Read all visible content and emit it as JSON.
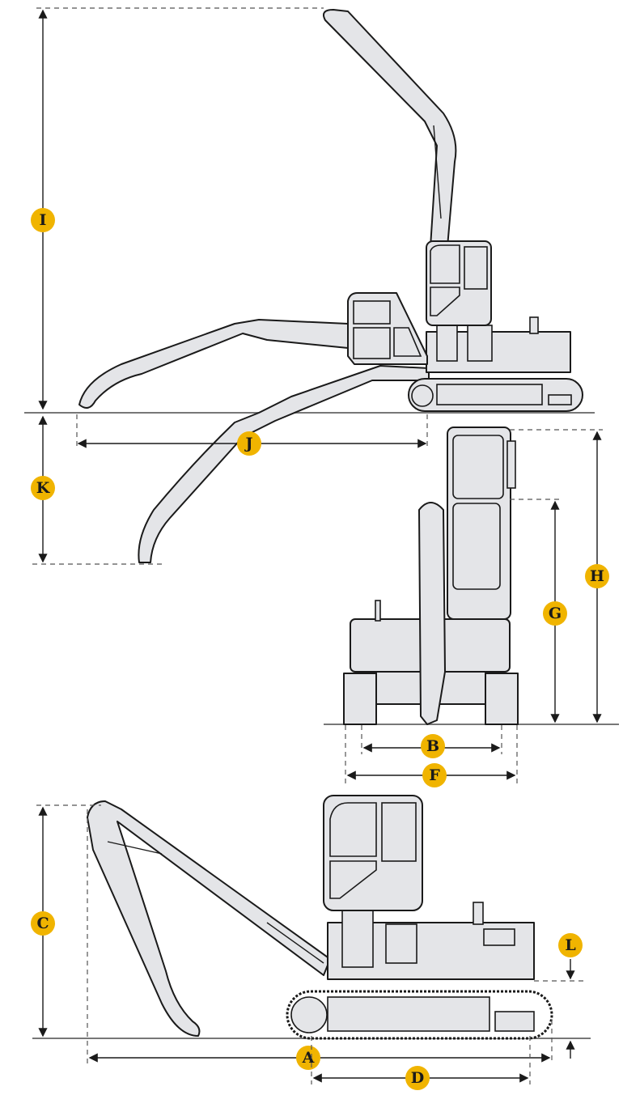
{
  "diagram": {
    "title": "Material handler dimension diagram",
    "labels": {
      "I": "I",
      "J": "J",
      "K": "K",
      "H": "H",
      "G": "G",
      "B": "B",
      "F": "F",
      "C": "C",
      "L": "L",
      "A": "A",
      "D": "D"
    },
    "colors": {
      "badge": "#f0b400",
      "machine_fill": "#e4e5e8",
      "line": "#1a1a1a"
    }
  }
}
